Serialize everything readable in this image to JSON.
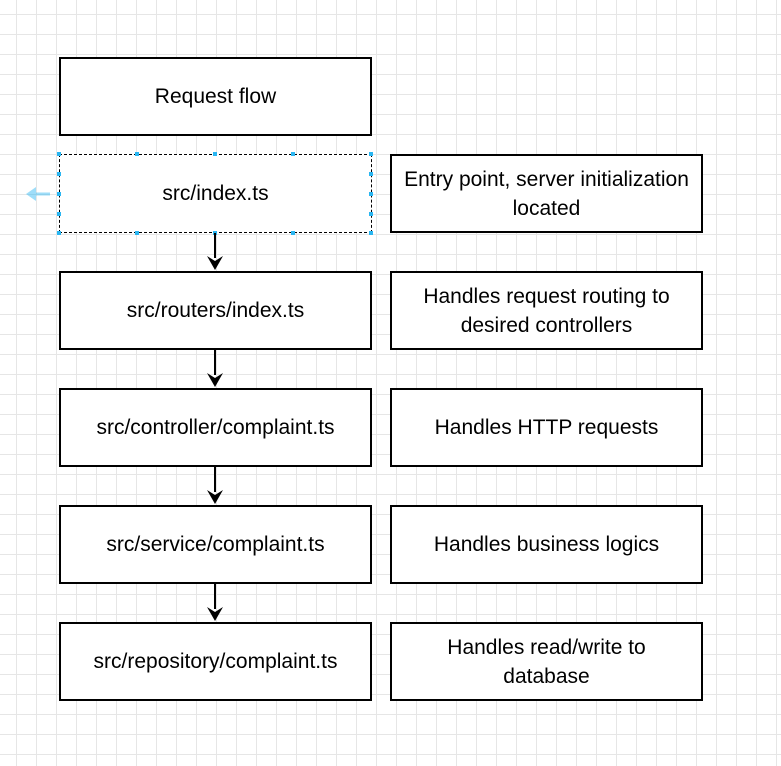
{
  "diagram": {
    "flow": [
      {
        "id": "title",
        "label": "Request flow"
      },
      {
        "id": "index",
        "label": "src/index.ts",
        "selected": true
      },
      {
        "id": "routers",
        "label": "src/routers/index.ts"
      },
      {
        "id": "controller",
        "label": "src/controller/complaint.ts"
      },
      {
        "id": "service",
        "label": "src/service/complaint.ts"
      },
      {
        "id": "repository",
        "label": "src/repository/complaint.ts"
      }
    ],
    "descriptions": [
      {
        "for": "index",
        "label": "Entry point, server initialization located"
      },
      {
        "for": "routers",
        "label": "Handles request routing to desired controllers"
      },
      {
        "for": "controller",
        "label": "Handles HTTP requests"
      },
      {
        "for": "service",
        "label": "Handles business logics"
      },
      {
        "for": "repository",
        "label": "Handles read/write to database"
      }
    ],
    "edges": [
      {
        "from": "index",
        "to": "routers"
      },
      {
        "from": "routers",
        "to": "controller"
      },
      {
        "from": "controller",
        "to": "service"
      },
      {
        "from": "service",
        "to": "repository"
      }
    ],
    "colors": {
      "stroke": "#000000",
      "fill": "#ffffff",
      "grid": "#e6e6e6",
      "selection": "#29b6f2"
    }
  }
}
